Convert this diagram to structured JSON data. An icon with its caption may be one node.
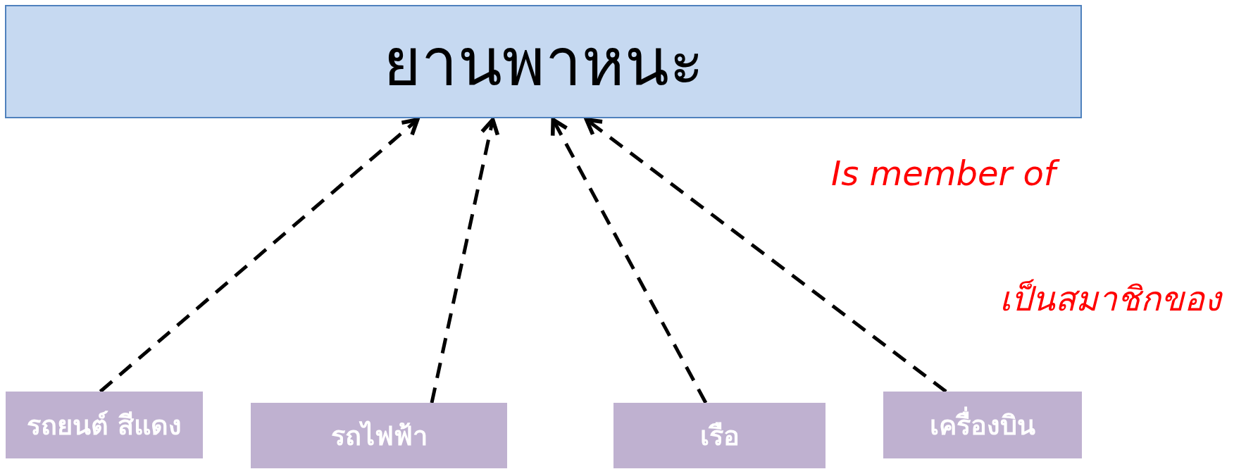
{
  "diagram": {
    "nodes": [
      {
        "text": [
          "ยานพาหนะ"
        ]
      },
      {
        "text": [
          "รถยนต์ สีแดง"
        ]
      },
      {
        "text": [
          "รถไฟฟ้า"
        ]
      },
      {
        "text": [
          "เรือ"
        ]
      },
      {
        "text": [
          "เครื่องบิน"
        ]
      }
    ],
    "edges": [
      {
        "from": 1,
        "to": 0,
        "arrow": "to",
        "style": "dashed"
      },
      {
        "from": 2,
        "to": 0,
        "arrow": "to",
        "style": "dashed"
      },
      {
        "from": 3,
        "to": 0,
        "arrow": "to",
        "style": "dashed"
      },
      {
        "from": 4,
        "to": 0,
        "arrow": "to",
        "style": "dashed"
      }
    ],
    "labels": [
      "Is member of",
      "เป็นสมาชิกของ"
    ]
  }
}
